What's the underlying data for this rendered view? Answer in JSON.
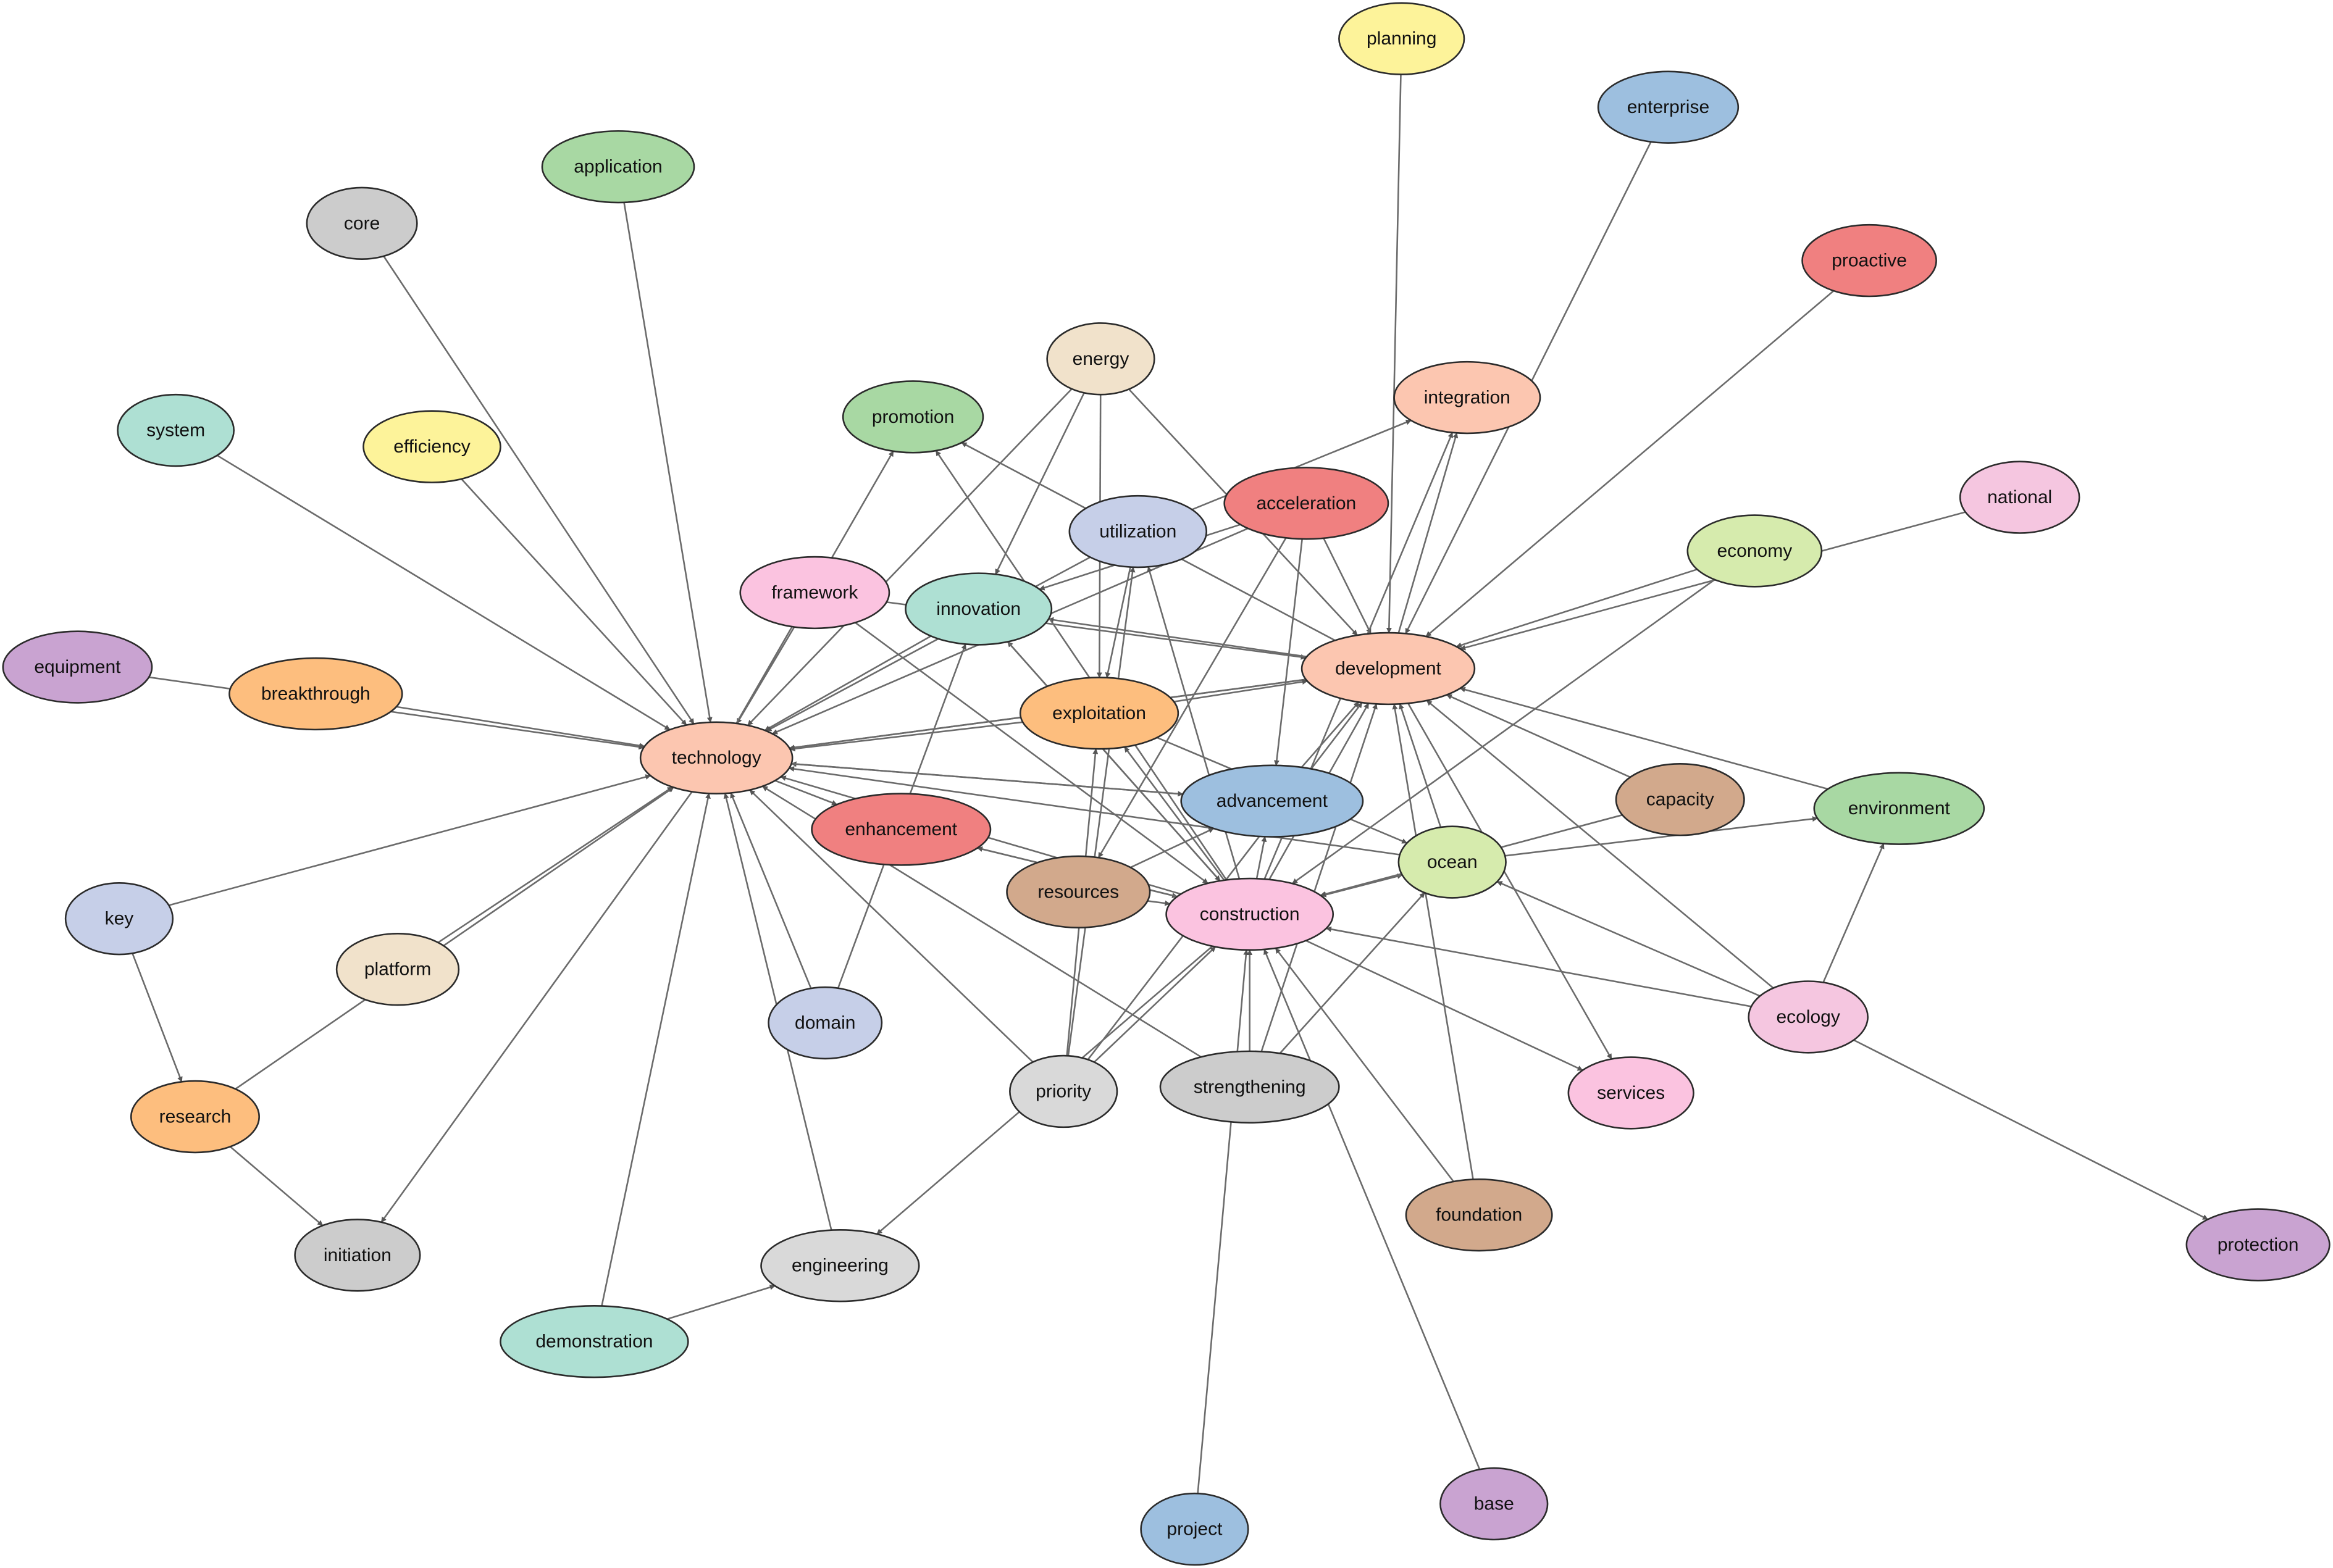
{
  "graph": {
    "nodes": [
      {
        "id": "planning",
        "label": "planning",
        "color": "#fdf39a"
      },
      {
        "id": "enterprise",
        "label": "enterprise",
        "color": "#9dbfdf"
      },
      {
        "id": "proactive",
        "label": "proactive",
        "color": "#f08080"
      },
      {
        "id": "application",
        "label": "application",
        "color": "#a8d8a3"
      },
      {
        "id": "core",
        "label": "core",
        "color": "#cccccc"
      },
      {
        "id": "energy",
        "label": "energy",
        "color": "#f1e2cb"
      },
      {
        "id": "integration",
        "label": "integration",
        "color": "#fcc6b0"
      },
      {
        "id": "promotion",
        "label": "promotion",
        "color": "#a8d8a3"
      },
      {
        "id": "national",
        "label": "national",
        "color": "#f5c6e0"
      },
      {
        "id": "system",
        "label": "system",
        "color": "#aee0d3"
      },
      {
        "id": "efficiency",
        "label": "efficiency",
        "color": "#fdf39a"
      },
      {
        "id": "acceleration",
        "label": "acceleration",
        "color": "#f08080"
      },
      {
        "id": "utilization",
        "label": "utilization",
        "color": "#c6cfe8"
      },
      {
        "id": "economy",
        "label": "economy",
        "color": "#d6ebad"
      },
      {
        "id": "framework",
        "label": "framework",
        "color": "#fbc3e0"
      },
      {
        "id": "innovation",
        "label": "innovation",
        "color": "#aee0d3"
      },
      {
        "id": "equipment",
        "label": "equipment",
        "color": "#c9a3d1"
      },
      {
        "id": "development",
        "label": "development",
        "color": "#fcc6b0"
      },
      {
        "id": "breakthrough",
        "label": "breakthrough",
        "color": "#fdbe7e"
      },
      {
        "id": "exploitation",
        "label": "exploitation",
        "color": "#fdbe7e"
      },
      {
        "id": "technology",
        "label": "technology",
        "color": "#fcc6b0"
      },
      {
        "id": "capacity",
        "label": "capacity",
        "color": "#d2a98c"
      },
      {
        "id": "advancement",
        "label": "advancement",
        "color": "#9dbfdf"
      },
      {
        "id": "environment",
        "label": "environment",
        "color": "#a8d8a3"
      },
      {
        "id": "enhancement",
        "label": "enhancement",
        "color": "#f08080"
      },
      {
        "id": "ocean",
        "label": "ocean",
        "color": "#d6ebad"
      },
      {
        "id": "resources",
        "label": "resources",
        "color": "#d2a98c"
      },
      {
        "id": "construction",
        "label": "construction",
        "color": "#fbc3e0"
      },
      {
        "id": "key",
        "label": "key",
        "color": "#c6cfe8"
      },
      {
        "id": "platform",
        "label": "platform",
        "color": "#f1e2cb"
      },
      {
        "id": "ecology",
        "label": "ecology",
        "color": "#f5c6e0"
      },
      {
        "id": "domain",
        "label": "domain",
        "color": "#c6cfe8"
      },
      {
        "id": "priority",
        "label": "priority",
        "color": "#d9d9d9"
      },
      {
        "id": "strengthening",
        "label": "strengthening",
        "color": "#cccccc"
      },
      {
        "id": "services",
        "label": "services",
        "color": "#fbc3e0"
      },
      {
        "id": "research",
        "label": "research",
        "color": "#fdbe7e"
      },
      {
        "id": "foundation",
        "label": "foundation",
        "color": "#d2a98c"
      },
      {
        "id": "protection",
        "label": "protection",
        "color": "#c9a3d1"
      },
      {
        "id": "initiation",
        "label": "initiation",
        "color": "#cccccc"
      },
      {
        "id": "engineering",
        "label": "engineering",
        "color": "#d9d9d9"
      },
      {
        "id": "demonstration",
        "label": "demonstration",
        "color": "#aee0d3"
      },
      {
        "id": "base",
        "label": "base",
        "color": "#c9a3d1"
      },
      {
        "id": "project",
        "label": "project",
        "color": "#9dbfdf"
      }
    ],
    "edges": [
      [
        "core",
        "technology"
      ],
      [
        "application",
        "technology"
      ],
      [
        "system",
        "technology"
      ],
      [
        "efficiency",
        "technology"
      ],
      [
        "equipment",
        "technology"
      ],
      [
        "breakthrough",
        "technology"
      ],
      [
        "key",
        "technology"
      ],
      [
        "platform",
        "technology"
      ],
      [
        "research",
        "technology"
      ],
      [
        "domain",
        "technology"
      ],
      [
        "demonstration",
        "technology"
      ],
      [
        "engineering",
        "technology"
      ],
      [
        "priority",
        "technology"
      ],
      [
        "strengthening",
        "technology"
      ],
      [
        "framework",
        "technology"
      ],
      [
        "energy",
        "technology"
      ],
      [
        "innovation",
        "technology"
      ],
      [
        "exploitation",
        "technology"
      ],
      [
        "development",
        "technology"
      ],
      [
        "advancement",
        "technology"
      ],
      [
        "construction",
        "technology"
      ],
      [
        "ocean",
        "technology"
      ],
      [
        "utilization",
        "technology"
      ],
      [
        "acceleration",
        "technology"
      ],
      [
        "technology",
        "promotion"
      ],
      [
        "technology",
        "initiation"
      ],
      [
        "key",
        "research"
      ],
      [
        "research",
        "initiation"
      ],
      [
        "demonstration",
        "engineering"
      ],
      [
        "planning",
        "development"
      ],
      [
        "enterprise",
        "development"
      ],
      [
        "proactive",
        "development"
      ],
      [
        "national",
        "development"
      ],
      [
        "economy",
        "development"
      ],
      [
        "capacity",
        "development"
      ],
      [
        "environment",
        "development"
      ],
      [
        "ecology",
        "development"
      ],
      [
        "energy",
        "development"
      ],
      [
        "acceleration",
        "development"
      ],
      [
        "framework",
        "development"
      ],
      [
        "construction",
        "development"
      ],
      [
        "strengthening",
        "development"
      ],
      [
        "foundation",
        "development"
      ],
      [
        "ocean",
        "development"
      ],
      [
        "priority",
        "development"
      ],
      [
        "development",
        "integration"
      ],
      [
        "development",
        "promotion"
      ],
      [
        "development",
        "services"
      ],
      [
        "development",
        "innovation"
      ],
      [
        "development",
        "technology"
      ],
      [
        "utilization",
        "integration"
      ],
      [
        "construction",
        "integration"
      ],
      [
        "energy",
        "innovation"
      ],
      [
        "energy",
        "exploitation"
      ],
      [
        "acceleration",
        "innovation"
      ],
      [
        "acceleration",
        "advancement"
      ],
      [
        "acceleration",
        "resources"
      ],
      [
        "utilization",
        "exploitation"
      ],
      [
        "exploitation",
        "development"
      ],
      [
        "advancement",
        "development"
      ],
      [
        "resources",
        "advancement"
      ],
      [
        "resources",
        "construction"
      ],
      [
        "enhancement",
        "construction"
      ],
      [
        "construction",
        "enhancement"
      ],
      [
        "construction",
        "exploitation"
      ],
      [
        "construction",
        "engineering"
      ],
      [
        "construction",
        "utilization"
      ],
      [
        "construction",
        "innovation"
      ],
      [
        "construction",
        "promotion"
      ],
      [
        "construction",
        "services"
      ],
      [
        "construction",
        "advancement"
      ],
      [
        "construction",
        "ocean"
      ],
      [
        "ocean",
        "construction"
      ],
      [
        "capacity",
        "construction"
      ],
      [
        "ecology",
        "construction"
      ],
      [
        "ecology",
        "ocean"
      ],
      [
        "ecology",
        "environment"
      ],
      [
        "ecology",
        "protection"
      ],
      [
        "ocean",
        "environment"
      ],
      [
        "economy",
        "construction"
      ],
      [
        "foundation",
        "construction"
      ],
      [
        "base",
        "construction"
      ],
      [
        "project",
        "construction"
      ],
      [
        "priority",
        "construction"
      ],
      [
        "priority",
        "utilization"
      ],
      [
        "priority",
        "exploitation"
      ],
      [
        "strengthening",
        "construction"
      ],
      [
        "strengthening",
        "ocean"
      ],
      [
        "domain",
        "innovation"
      ],
      [
        "framework",
        "construction"
      ],
      [
        "innovation",
        "construction"
      ],
      [
        "exploitation",
        "ocean"
      ],
      [
        "technology",
        "enhancement"
      ],
      [
        "technology",
        "advancement"
      ]
    ]
  }
}
